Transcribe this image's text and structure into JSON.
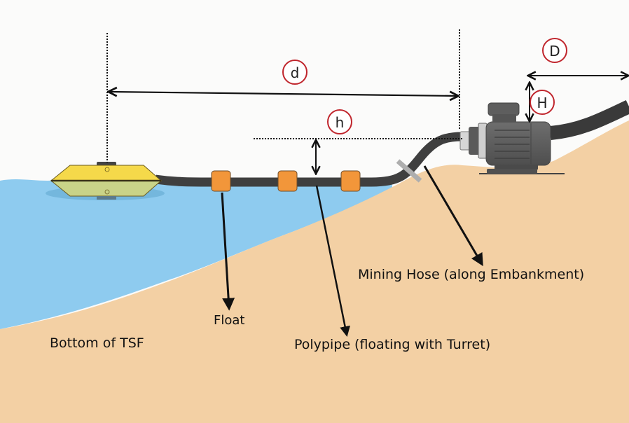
{
  "diagram": {
    "dimension_labels": {
      "d": "d",
      "h": "h",
      "H": "H",
      "D": "D"
    },
    "callouts": {
      "float": "Float",
      "polypipe": "Polypipe (floating with Turret)",
      "mining_hose": "Mining Hose (along Embankment)",
      "bottom": "Bottom of TSF"
    },
    "colors": {
      "water": "#8ecbef",
      "ground": "#f3d0a4",
      "pipe": "#3f3f3f",
      "float": "#f2963a",
      "pontoon": "#f5d94a",
      "pump": "#5f5f5f",
      "circle_stroke": "#c0262d"
    }
  }
}
